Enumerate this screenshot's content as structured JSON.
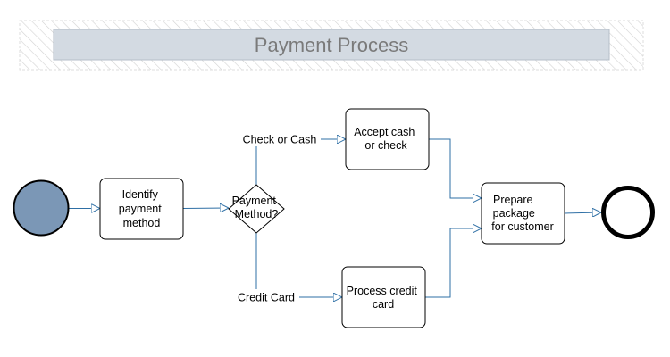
{
  "title": "Payment Process",
  "colors": {
    "start_fill": "#7b97b6",
    "edge": "#2e6fa5",
    "title_band": "#d3dae2",
    "title_text": "#7a7a7a"
  },
  "nodes": {
    "start": {
      "shape": "start-event"
    },
    "identify": {
      "lines": [
        "Identify",
        "payment",
        "method"
      ]
    },
    "gateway": {
      "lines": [
        "Payment",
        "Method?"
      ]
    },
    "accept": {
      "lines": [
        "Accept cash",
        "or check"
      ]
    },
    "process": {
      "lines": [
        "Process credit",
        "card"
      ]
    },
    "prepare": {
      "lines": [
        "Prepare",
        "package",
        "for customer"
      ]
    },
    "end": {
      "shape": "end-event"
    }
  },
  "edges": {
    "check_cash": {
      "label": "Check or Cash"
    },
    "credit_card": {
      "label": "Credit Card"
    }
  }
}
